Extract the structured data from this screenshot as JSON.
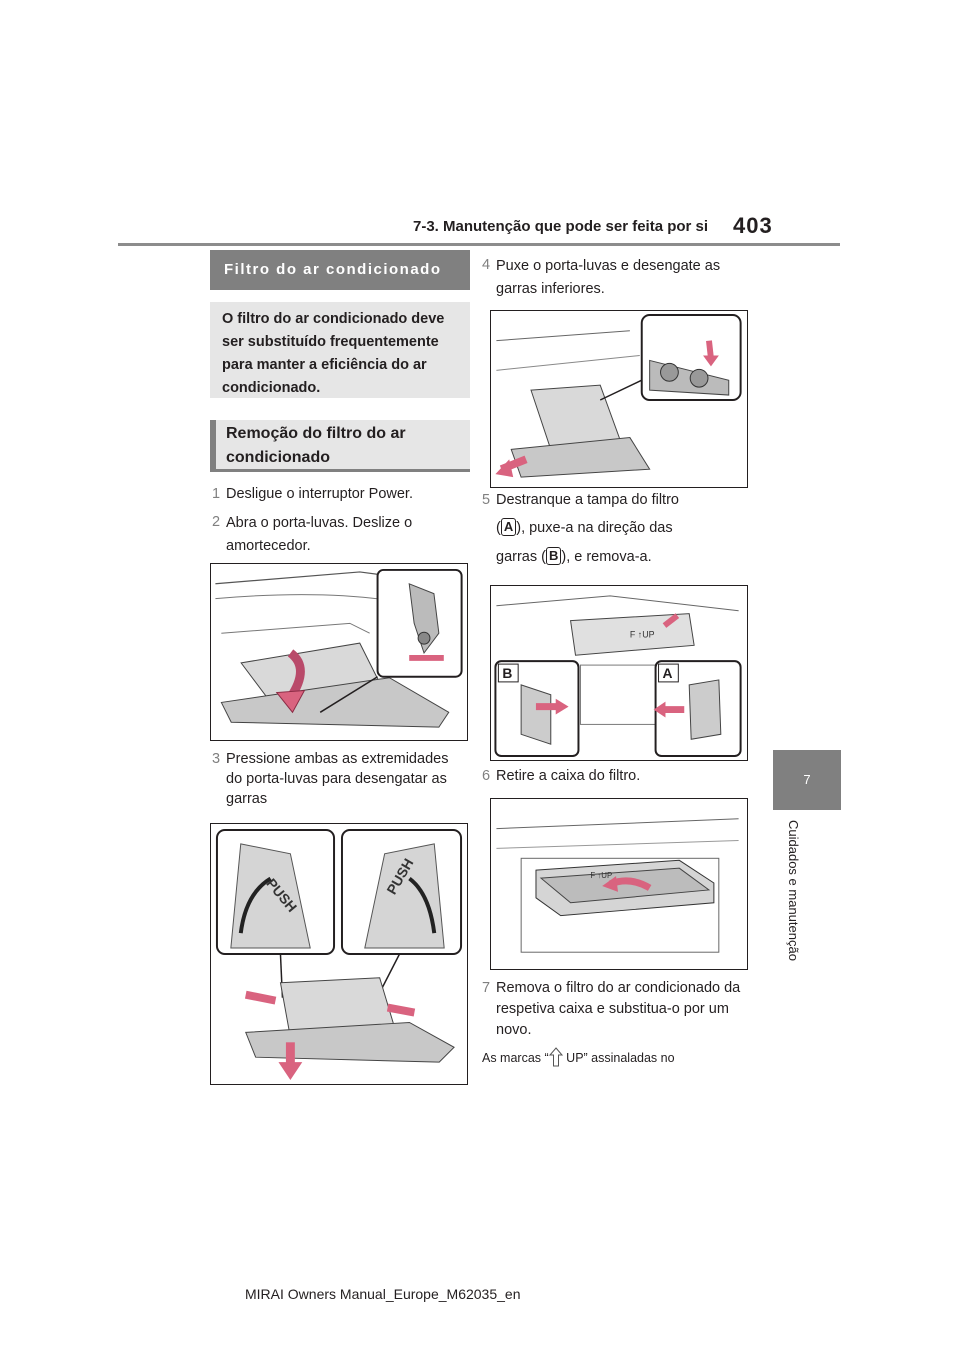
{
  "header": {
    "title": "7-3. Manutenção que pode ser feita por si",
    "page_number": "403"
  },
  "side_tab": {
    "chapter": "7",
    "label": "Cuidados e manutenção"
  },
  "section": {
    "heading": "Filtro do ar condicionado",
    "intro": "O filtro do ar condicionado deve ser substituído frequentemente para manter a eficiência do ar condicionado."
  },
  "subsection": {
    "heading": "Remoção do filtro do ar condicionado"
  },
  "steps": [
    {
      "num": "1",
      "text": "Desligue o interruptor Power."
    },
    {
      "num": "2",
      "text": "Abra o porta-luvas. Deslize o amortecedor."
    },
    {
      "num": "3",
      "text": "Pressione ambas as extremidades do porta-luvas para desengatar as garras"
    },
    {
      "num": "4",
      "text": "Puxe o porta-luvas e desengate as garras inferiores."
    },
    {
      "num": "5",
      "text_a": "Destranque a tampa do filtro",
      "text_b": "(",
      "text_c": "), puxe-a na direção das",
      "text_d": "garras (",
      "text_e": "), e remova-a.",
      "badge_a": "A",
      "badge_b": "B"
    },
    {
      "num": "6",
      "text": "Retire a caixa do filtro."
    },
    {
      "num": "7",
      "text": "Remova o filtro do ar condicionado da respetiva caixa e substitua-o por um novo."
    }
  ],
  "figures": {
    "push_label": "PUSH",
    "filter_label": "F ↑UP",
    "callout_a": "A",
    "callout_b": "B"
  },
  "footnote": {
    "before": "As marcas “",
    "after": " UP” assinaladas no"
  },
  "footer": "MIRAI Owners Manual_Europe_M62035_en"
}
